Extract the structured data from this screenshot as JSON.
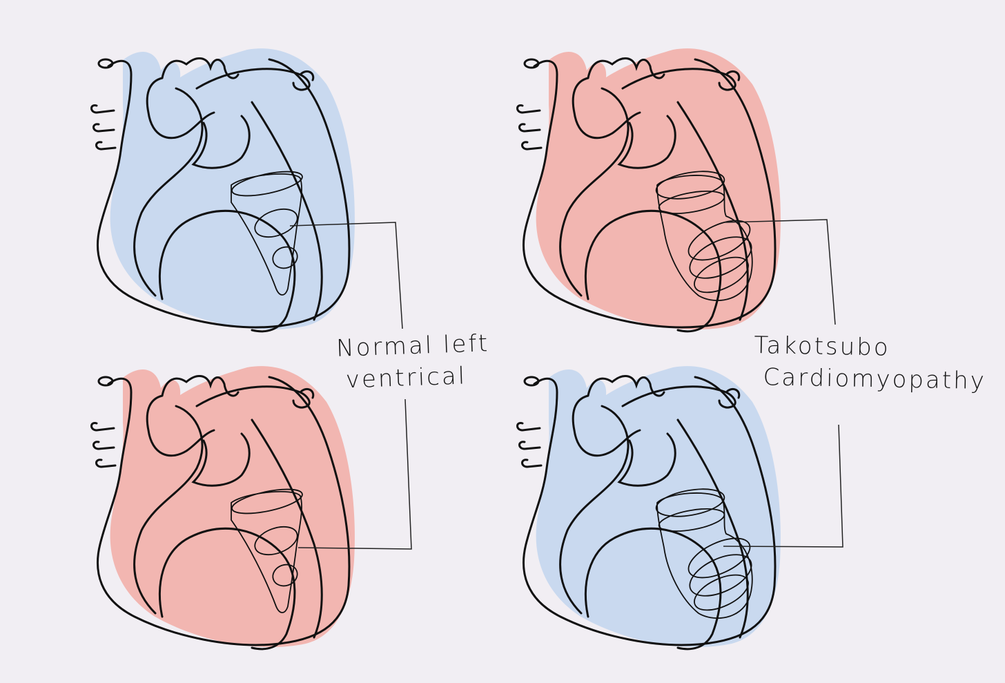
{
  "labels": {
    "normal": {
      "line1": "Normal left",
      "line2": "ventrical"
    },
    "takotsubo": {
      "line1": "Takotsubo",
      "line2": "Cardiomyopathy"
    }
  },
  "colors": {
    "blue_fill": "#c9d9ef",
    "red_fill": "#f2b6b1",
    "ink": "#111111",
    "background": "#f1eef3"
  },
  "hearts": [
    {
      "id": "top-left",
      "fill": "blue",
      "ventricle": "normal"
    },
    {
      "id": "top-right",
      "fill": "red",
      "ventricle": "takotsubo"
    },
    {
      "id": "bottom-left",
      "fill": "red",
      "ventricle": "normal"
    },
    {
      "id": "bottom-right",
      "fill": "blue",
      "ventricle": "takotsubo"
    }
  ]
}
